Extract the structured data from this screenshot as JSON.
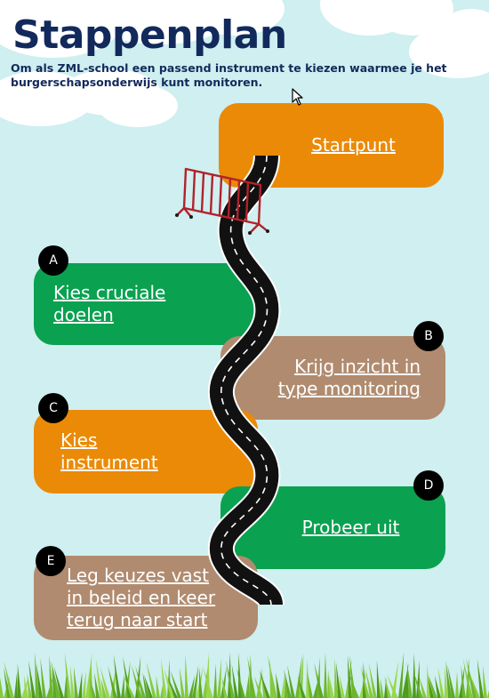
{
  "header": {
    "title": "Stappenplan",
    "subtitle": "Om als ZML-school een passend instrument te kiezen waarmee je het burgerschapsonderwijs kunt monitoren."
  },
  "colors": {
    "background": "#cfeff0",
    "title": "#12295c",
    "orange": "#ea8a06",
    "green": "#0aa150",
    "tan": "#b08b6f",
    "road": "#111111",
    "barrier": "#b2222c",
    "grass": "#6db52c"
  },
  "steps": {
    "start": {
      "label": "Startpunt"
    },
    "a": {
      "badge": "A",
      "line1": "Kies cruciale",
      "line2": "doelen"
    },
    "b": {
      "badge": "B",
      "line1": "Krijg inzicht in",
      "line2": "type monitoring"
    },
    "c": {
      "badge": "C",
      "line1": "Kies ",
      "line2": "instrument"
    },
    "d": {
      "badge": "D",
      "label": "Probeer uit"
    },
    "e": {
      "badge": "E",
      "line1": "Leg keuzes vast",
      "line2": "in beleid en keer",
      "line3": "terug naar start"
    }
  },
  "icons": {
    "road": "winding-road-icon",
    "barrier": "crowd-barrier-icon",
    "grass": "grass-icon",
    "cursor": "mouse-cursor-icon"
  }
}
